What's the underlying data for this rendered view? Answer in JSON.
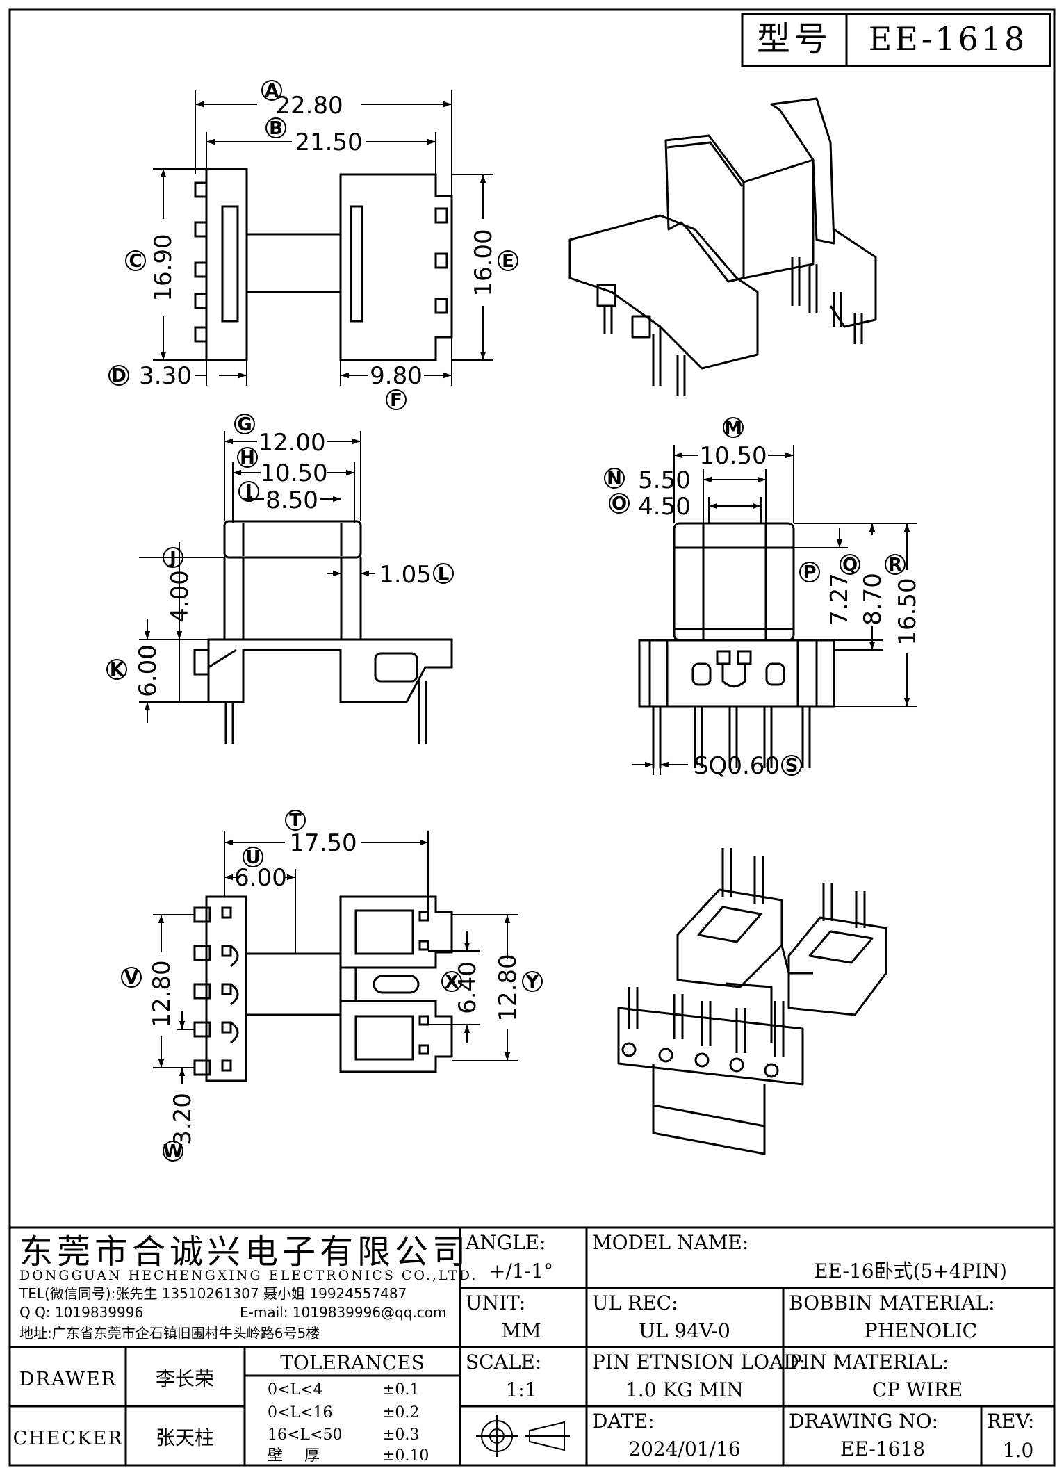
{
  "header": {
    "model_label": "型号",
    "model_value": "EE-1618"
  },
  "dimensions": {
    "A": "22.80",
    "B": "21.50",
    "C": "16.90",
    "D": "3.30",
    "E": "16.00",
    "F": "9.80",
    "G": "12.00",
    "H": "10.50",
    "I": "8.50",
    "J": "4.00",
    "K": "6.00",
    "L": "1.05",
    "M": "10.50",
    "N": "5.50",
    "O": "4.50",
    "P": "7.27",
    "Q": "8.70",
    "R": "16.50",
    "S": "SQ0.60",
    "T": "17.50",
    "U": "6.00",
    "V": "12.80",
    "W": "3.20",
    "X": "6.40",
    "Y": "12.80"
  },
  "dimension_letters": [
    "A",
    "B",
    "C",
    "D",
    "E",
    "F",
    "G",
    "H",
    "I",
    "J",
    "K",
    "L",
    "M",
    "N",
    "O",
    "P",
    "Q",
    "R",
    "S",
    "T",
    "U",
    "V",
    "W",
    "X",
    "Y"
  ],
  "company": {
    "name_cn": "东莞市合诚兴电子有限公司",
    "name_en": "DONGGUAN HECHENGXING ELECTRONICS CO.,LTD.",
    "tel": "TEL(微信同号):张先生 13510261307 聂小姐 19924557487",
    "qq": "Q Q: 1019839996",
    "email": "E-mail: 1019839996@qq.com",
    "address": "地址:广东省东莞市企石镇旧围村牛头岭路6号5楼"
  },
  "title_block": {
    "angle_label": "ANGLE:",
    "angle_value": "+/1-1°",
    "unit_label": "UNIT:",
    "unit_value": "MM",
    "scale_label": "SCALE:",
    "scale_value": "1:1",
    "model_name_label": "MODEL NAME:",
    "model_name_value": "EE-16卧式(5+4PIN)",
    "ul_label": "UL REC:",
    "ul_value": "UL 94V-0",
    "bobbin_label": "BOBBIN MATERIAL:",
    "bobbin_value": "PHENOLIC",
    "pin_load_label": "PIN ETNSION LOAD:",
    "pin_load_value": "1.0 KG MIN",
    "pin_material_label": "PIN MATERIAL:",
    "pin_material_value": "CP WIRE",
    "date_label": "DATE:",
    "date_value": "2024/01/16",
    "drawing_no_label": "DRAWING NO:",
    "drawing_no_value": "EE-1618",
    "rev_label": "REV:",
    "rev_value": "1.0",
    "drawer_label": "DRAWER",
    "drawer_value": "李长荣",
    "checker_label": "CHECKER",
    "checker_value": "张天柱",
    "tolerances_title": "TOLERANCES",
    "tolerances": [
      {
        "range": "0<L<4",
        "value": "±0.1"
      },
      {
        "range": "0<L<16",
        "value": "±0.2"
      },
      {
        "range": "16<L<50",
        "value": "±0.3"
      },
      {
        "range": "壁 厚",
        "value": "±0.10"
      }
    ]
  }
}
